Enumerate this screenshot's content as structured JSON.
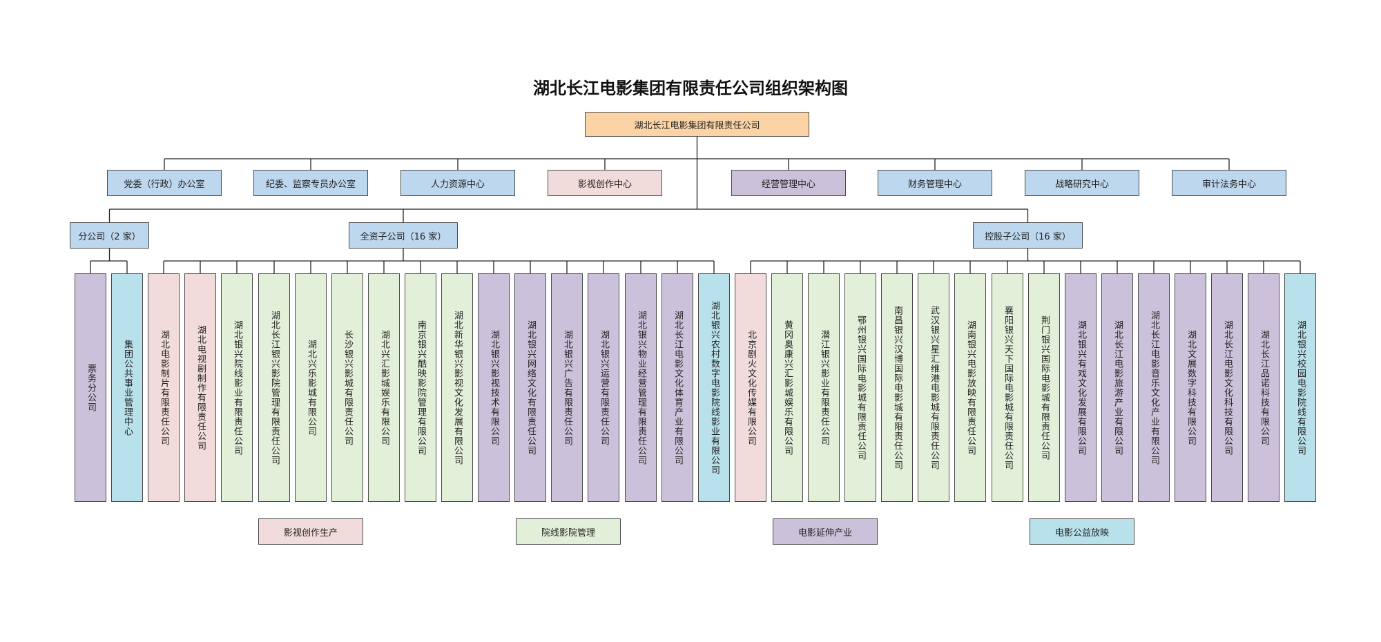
{
  "title": "湖北长江电影集团有限责任公司组织架构图",
  "colors": {
    "orange": "#fbd3a5",
    "blue": "#bcd7ee",
    "pink": "#f2dcdb",
    "purple": "#ccc1da",
    "green": "#e2efd9",
    "teal": "#b9e1ec",
    "line": "#222222"
  },
  "root": {
    "label": "湖北长江电影集团有限责任公司",
    "color": "orange"
  },
  "departments": [
    {
      "label": "党委（行政）办公室",
      "color": "blue"
    },
    {
      "label": "纪委、监察专员办公室",
      "color": "blue"
    },
    {
      "label": "人力资源中心",
      "color": "blue"
    },
    {
      "label": "影视创作中心",
      "color": "pink"
    },
    {
      "label": "经营管理中心",
      "color": "purple"
    },
    {
      "label": "财务管理中心",
      "color": "blue"
    },
    {
      "label": "战略研究中心",
      "color": "blue"
    },
    {
      "label": "审计法务中心",
      "color": "blue"
    }
  ],
  "groups": [
    {
      "label": "分公司（2 家）",
      "color": "blue"
    },
    {
      "label": "全资子公司（16 家）",
      "color": "blue"
    },
    {
      "label": "控股子公司（16 家）",
      "color": "blue"
    }
  ],
  "companies": [
    {
      "label": "票务分公司",
      "color": "purple",
      "group": 0
    },
    {
      "label": "集团公共事业管理中心",
      "color": "teal",
      "group": 0
    },
    {
      "label": "湖北电影制片有限责任公司",
      "color": "pink",
      "group": 1
    },
    {
      "label": "湖北电视剧制作有限责任公司",
      "color": "pink",
      "group": 1
    },
    {
      "label": "湖北银兴院线影业有限责任公司",
      "color": "green",
      "group": 1
    },
    {
      "label": "湖北长江银兴影院管理有限责任公司",
      "color": "green",
      "group": 1
    },
    {
      "label": "湖北兴乐影城有限公司",
      "color": "green",
      "group": 1
    },
    {
      "label": "长沙银兴影城有限责任公司",
      "color": "green",
      "group": 1
    },
    {
      "label": "湖北兴汇影城娱乐有限公司",
      "color": "green",
      "group": 1
    },
    {
      "label": "南京银兴酷映影院管理有限公司",
      "color": "green",
      "group": 1
    },
    {
      "label": "湖北新华银兴影视文化发展有限公司",
      "color": "green",
      "group": 1
    },
    {
      "label": "湖北银兴影视技术有限公司",
      "color": "purple",
      "group": 1
    },
    {
      "label": "湖北银兴网络文化有限责任公司",
      "color": "purple",
      "group": 1
    },
    {
      "label": "湖北银兴广告有限责任公司",
      "color": "purple",
      "group": 1
    },
    {
      "label": "湖北银兴运营有限责任公司",
      "color": "purple",
      "group": 1
    },
    {
      "label": "湖北银兴物业经营管理有限责任公司",
      "color": "purple",
      "group": 1
    },
    {
      "label": "湖北长江电影文化体育产业有限公司",
      "color": "purple",
      "group": 1
    },
    {
      "label": "湖北银兴农村数字电影院线影业有限公司",
      "color": "teal",
      "group": 1
    },
    {
      "label": "北京剧火文化传媒有限公司",
      "color": "pink",
      "group": 2
    },
    {
      "label": "黄冈奥康兴汇影城娱乐有限公司",
      "color": "green",
      "group": 2
    },
    {
      "label": "潜江银兴影业有限责任公司",
      "color": "green",
      "group": 2
    },
    {
      "label": "鄂州银兴国际电影城有限责任公司",
      "color": "green",
      "group": 2
    },
    {
      "label": "南昌银兴汉博国际电影城有限责任公司",
      "color": "green",
      "group": 2
    },
    {
      "label": "武汉银兴星汇维港电影城有限责任公司",
      "color": "green",
      "group": 2
    },
    {
      "label": "湖南银兴电影放映有限责任公司",
      "color": "green",
      "group": 2
    },
    {
      "label": "襄阳银兴天下国际电影城有限责任公司",
      "color": "green",
      "group": 2
    },
    {
      "label": "荆门银兴国际电影城有限责任公司",
      "color": "green",
      "group": 2
    },
    {
      "label": "湖北银兴有戏文化发展有限公司",
      "color": "purple",
      "group": 2
    },
    {
      "label": "湖北长江电影旅游产业有限公司",
      "color": "purple",
      "group": 2
    },
    {
      "label": "湖北长江电影音乐文化产业有限公司",
      "color": "purple",
      "group": 2
    },
    {
      "label": "湖北文展数字科技有限公司",
      "color": "purple",
      "group": 2
    },
    {
      "label": "湖北长江电影文化科技有限公司",
      "color": "purple",
      "group": 2
    },
    {
      "label": "湖北长江品诺科技有限公司",
      "color": "purple",
      "group": 2
    },
    {
      "label": "湖北银兴校园电影院线有限公司",
      "color": "teal",
      "group": 2
    }
  ],
  "legend": [
    {
      "label": "影视创作生产",
      "color": "pink"
    },
    {
      "label": "院线影院管理",
      "color": "green"
    },
    {
      "label": "电影延伸产业",
      "color": "purple"
    },
    {
      "label": "电影公益放映",
      "color": "teal"
    }
  ]
}
